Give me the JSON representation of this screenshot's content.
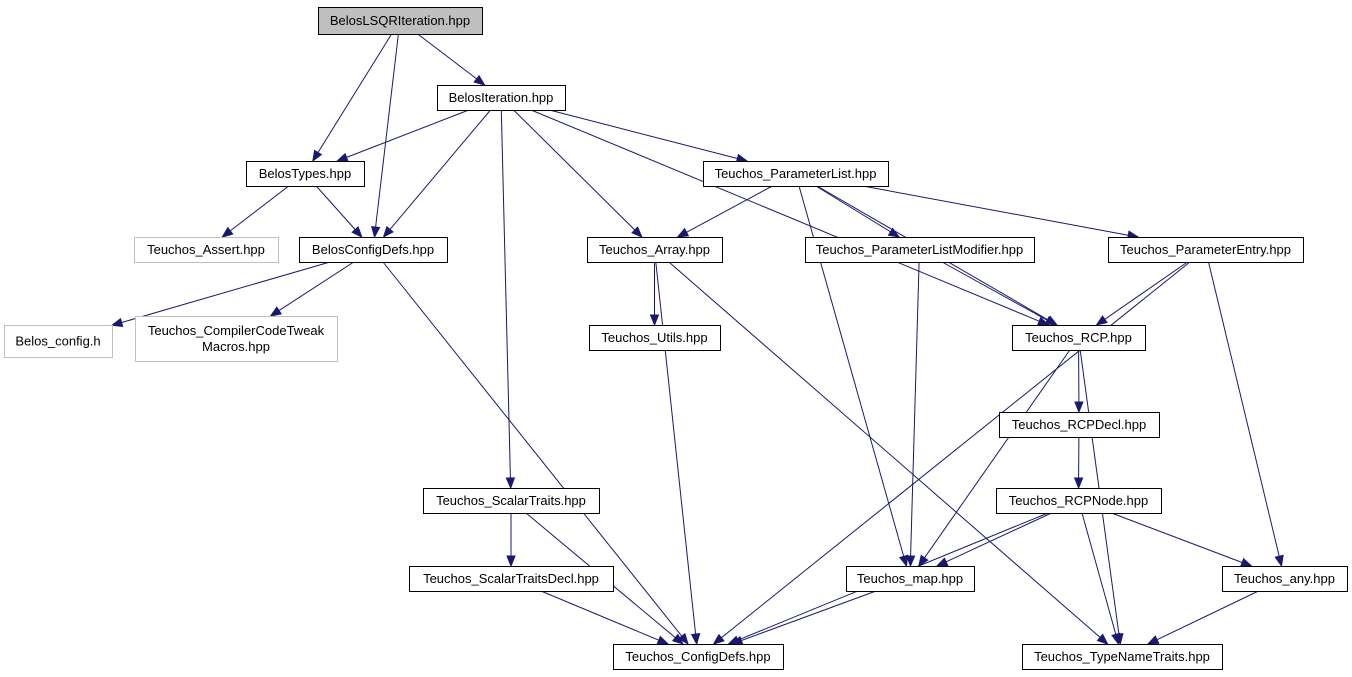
{
  "diagram": {
    "title": "",
    "colors": {
      "edge": "#191970",
      "root_fill": "#bfbfbf",
      "node_border": "#000000",
      "external_border": "#bfbfbf"
    },
    "nodes": [
      {
        "id": "lsqr",
        "kind": "root",
        "lines": [
          "BelosLSQRIteration.hpp"
        ]
      },
      {
        "id": "iter",
        "kind": "std",
        "lines": [
          "BelosIteration.hpp"
        ]
      },
      {
        "id": "types",
        "kind": "std",
        "lines": [
          "BelosTypes.hpp"
        ]
      },
      {
        "id": "assert",
        "kind": "ext",
        "lines": [
          "Teuchos_Assert.hpp"
        ]
      },
      {
        "id": "cfgdefs",
        "kind": "std",
        "lines": [
          "BelosConfigDefs.hpp"
        ]
      },
      {
        "id": "belcfg",
        "kind": "ext",
        "lines": [
          "Belos_config.h"
        ]
      },
      {
        "id": "tweak",
        "kind": "ext",
        "lines": [
          "Teuchos_CompilerCodeTweak",
          "Macros.hpp"
        ]
      },
      {
        "id": "plist",
        "kind": "std",
        "lines": [
          "Teuchos_ParameterList.hpp"
        ]
      },
      {
        "id": "array",
        "kind": "std",
        "lines": [
          "Teuchos_Array.hpp"
        ]
      },
      {
        "id": "utils",
        "kind": "std",
        "lines": [
          "Teuchos_Utils.hpp"
        ]
      },
      {
        "id": "plmod",
        "kind": "std",
        "lines": [
          "Teuchos_ParameterListModifier.hpp"
        ]
      },
      {
        "id": "pentry",
        "kind": "std",
        "lines": [
          "Teuchos_ParameterEntry.hpp"
        ]
      },
      {
        "id": "rcp",
        "kind": "std",
        "lines": [
          "Teuchos_RCP.hpp"
        ]
      },
      {
        "id": "rcpdecl",
        "kind": "std",
        "lines": [
          "Teuchos_RCPDecl.hpp"
        ]
      },
      {
        "id": "rcpnode",
        "kind": "std",
        "lines": [
          "Teuchos_RCPNode.hpp"
        ]
      },
      {
        "id": "scalar",
        "kind": "std",
        "lines": [
          "Teuchos_ScalarTraits.hpp"
        ]
      },
      {
        "id": "scalardecl",
        "kind": "std",
        "lines": [
          "Teuchos_ScalarTraitsDecl.hpp"
        ]
      },
      {
        "id": "map",
        "kind": "std",
        "lines": [
          "Teuchos_map.hpp"
        ]
      },
      {
        "id": "any",
        "kind": "std",
        "lines": [
          "Teuchos_any.hpp"
        ]
      },
      {
        "id": "tcfg",
        "kind": "std",
        "lines": [
          "Teuchos_ConfigDefs.hpp"
        ]
      },
      {
        "id": "tname",
        "kind": "std",
        "lines": [
          "Teuchos_TypeNameTraits.hpp"
        ]
      }
    ],
    "edges": [
      [
        "lsqr",
        "iter"
      ],
      [
        "lsqr",
        "types"
      ],
      [
        "lsqr",
        "cfgdefs"
      ],
      [
        "iter",
        "types"
      ],
      [
        "iter",
        "cfgdefs"
      ],
      [
        "iter",
        "plist"
      ],
      [
        "iter",
        "array"
      ],
      [
        "iter",
        "scalar"
      ],
      [
        "iter",
        "rcp"
      ],
      [
        "types",
        "assert"
      ],
      [
        "types",
        "cfgdefs"
      ],
      [
        "cfgdefs",
        "belcfg"
      ],
      [
        "cfgdefs",
        "tweak"
      ],
      [
        "cfgdefs",
        "tcfg"
      ],
      [
        "plist",
        "array"
      ],
      [
        "plist",
        "plmod"
      ],
      [
        "plist",
        "pentry"
      ],
      [
        "plist",
        "rcp"
      ],
      [
        "plist",
        "map"
      ],
      [
        "array",
        "utils"
      ],
      [
        "array",
        "tcfg"
      ],
      [
        "array",
        "tname"
      ],
      [
        "plmod",
        "rcp"
      ],
      [
        "plmod",
        "map"
      ],
      [
        "pentry",
        "rcp"
      ],
      [
        "pentry",
        "any"
      ],
      [
        "pentry",
        "tcfg"
      ],
      [
        "rcp",
        "rcpdecl"
      ],
      [
        "rcp",
        "map"
      ],
      [
        "rcp",
        "tname"
      ],
      [
        "rcpdecl",
        "rcpnode"
      ],
      [
        "rcpnode",
        "map"
      ],
      [
        "rcpnode",
        "any"
      ],
      [
        "rcpnode",
        "tname"
      ],
      [
        "rcpnode",
        "tcfg"
      ],
      [
        "scalar",
        "scalardecl"
      ],
      [
        "scalar",
        "tcfg"
      ],
      [
        "scalardecl",
        "tcfg"
      ],
      [
        "map",
        "tcfg"
      ],
      [
        "any",
        "tname"
      ]
    ]
  }
}
